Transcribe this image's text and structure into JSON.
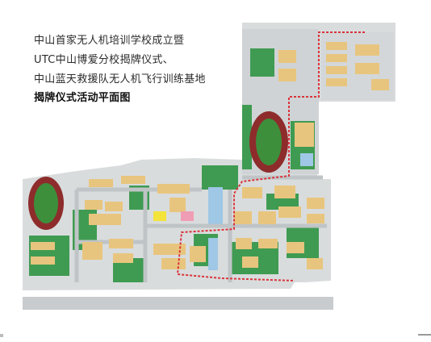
{
  "title": {
    "line1": "中山首家无人机培训学校成立暨",
    "line2": "UTC中山博爱分校揭牌仪式、",
    "line3": "中山蓝天救援队无人机飞行训练基地",
    "line4": "揭牌仪式活动平面图"
  },
  "colors": {
    "campus_ground": "#d9dcdd",
    "road": "#bfc4c6",
    "building": "#e8c57e",
    "greenery": "#3f9b52",
    "track": "#8e2c2c",
    "field": "#3d8f3c",
    "route": "#d9343a",
    "highlight_yellow": "#f3e33a",
    "highlight_pink": "#ef9db4",
    "water": "#9fc7e6"
  }
}
